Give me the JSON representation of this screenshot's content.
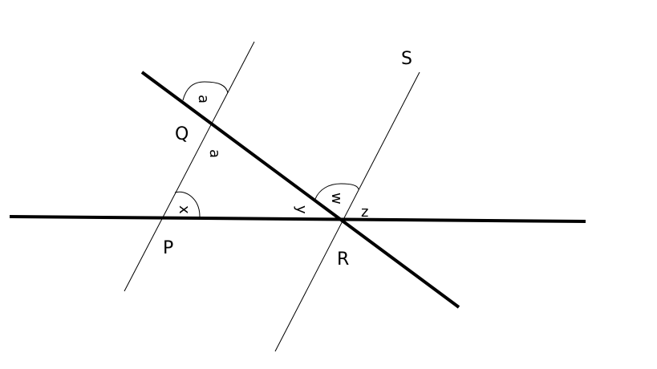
{
  "diagram": {
    "points": {
      "S": "S",
      "Q": "Q",
      "P": "P",
      "R": "R"
    },
    "angles": {
      "at_Q_above": "a",
      "at_Q_below": "a",
      "at_P": "x",
      "at_R_left": "y",
      "at_R_top": "w",
      "at_R_right": "z"
    },
    "stroke_color": "#000000",
    "background": "#ffffff"
  }
}
